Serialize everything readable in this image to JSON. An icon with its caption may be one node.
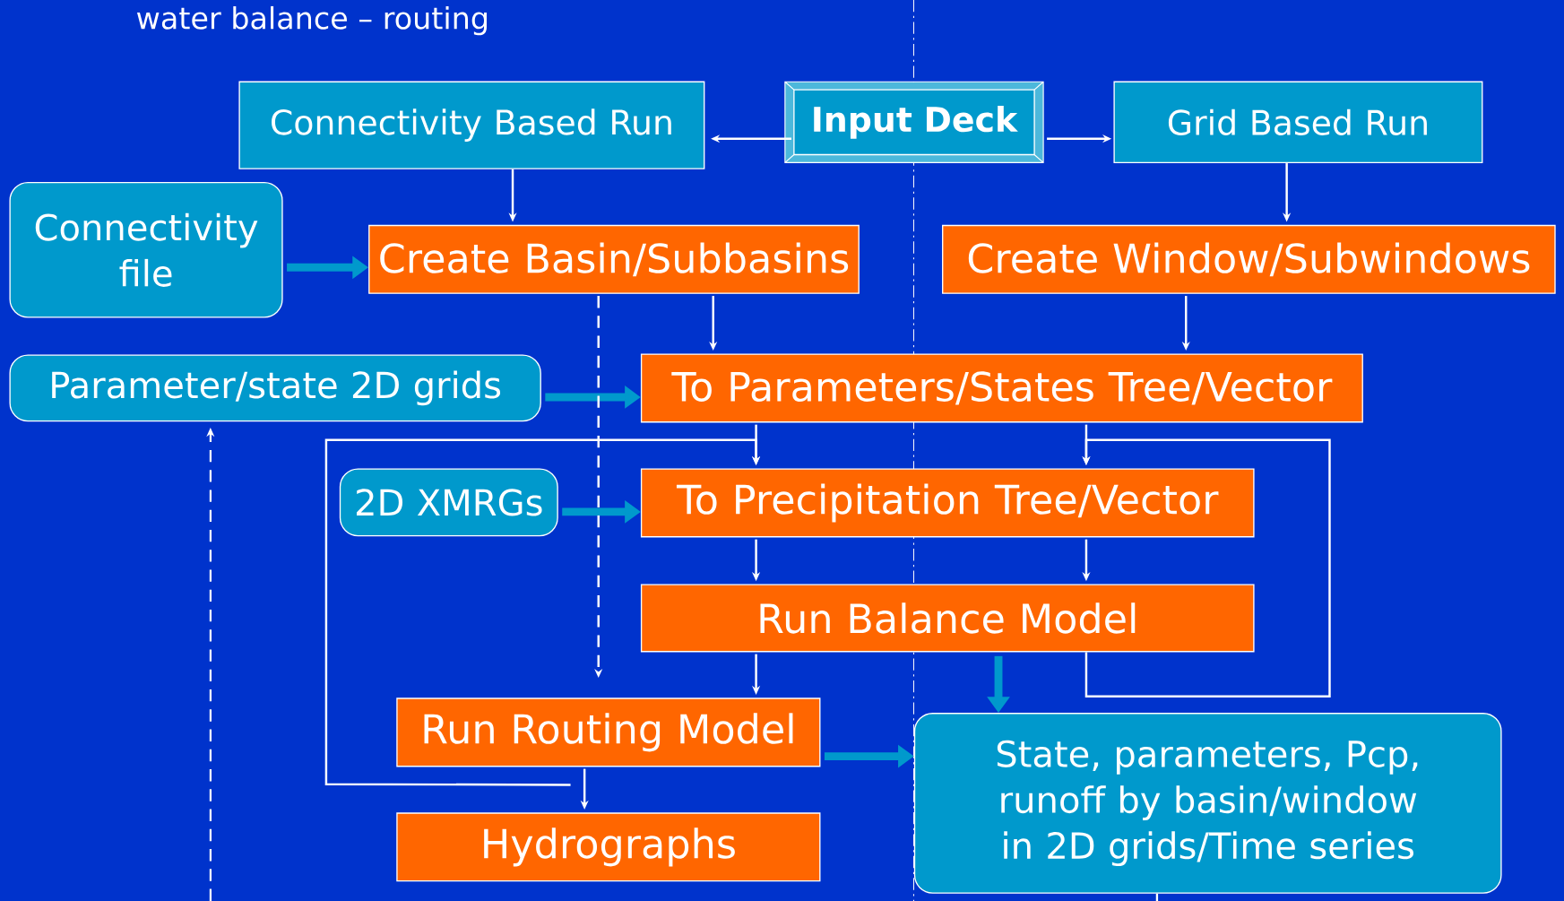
{
  "diagram": {
    "nodes": [
      {
        "text": [
          "Connectivity Based Run"
        ]
      },
      {
        "text": [
          "Input Deck"
        ]
      },
      {
        "text": [
          "Grid Based Run"
        ]
      },
      {
        "text": [
          "Connectivity file"
        ]
      },
      {
        "text": [
          "Create Basin/Subbasins"
        ]
      },
      {
        "text": [
          "Create Window/Subwindows"
        ]
      },
      {
        "text": [
          "Parameter/state 2D grids"
        ]
      },
      {
        "text": [
          "To Parameters/States Tree/Vector"
        ]
      },
      {
        "text": [
          "2D XMRGs"
        ]
      },
      {
        "text": [
          "To Precipitation Tree/Vector"
        ]
      },
      {
        "text": [
          "Run Balance Model"
        ]
      },
      {
        "text": [
          "Run Routing Model"
        ]
      },
      {
        "text": [
          "Hydrographs"
        ]
      },
      {
        "text": [
          "State, parameters, Pcp, runoff by basin/window in 2D grids/Time series"
        ]
      }
    ],
    "edges": [
      {
        "from": 1,
        "to": 0,
        "arrow": "to"
      },
      {
        "from": 1,
        "to": 2,
        "arrow": "to"
      },
      {
        "from": 0,
        "to": 4,
        "arrow": "to"
      },
      {
        "from": 2,
        "to": 5,
        "arrow": "to"
      },
      {
        "from": 3,
        "to": 4,
        "arrow": "to",
        "style": "thick",
        "color": "#0099cc"
      },
      {
        "from": 4,
        "to": 7,
        "arrow": "to"
      },
      {
        "from": 5,
        "to": 7,
        "arrow": "to"
      },
      {
        "from": 6,
        "to": 7,
        "arrow": "to",
        "style": "thick",
        "color": "#0099cc"
      },
      {
        "from": 7,
        "to": 9,
        "arrow": "to"
      },
      {
        "from": 7,
        "to": 9,
        "arrow": "to"
      },
      {
        "from": 8,
        "to": 9,
        "arrow": "to",
        "style": "thick",
        "color": "#0099cc"
      },
      {
        "from": 9,
        "to": 10,
        "arrow": "to"
      },
      {
        "from": 9,
        "to": 10,
        "arrow": "to"
      },
      {
        "from": 10,
        "to": 11,
        "arrow": "to"
      },
      {
        "from": 10,
        "to": 13,
        "arrow": "to",
        "style": "thick",
        "color": "#0099cc"
      },
      {
        "from": 4,
        "to": 11,
        "arrow": "to",
        "style": "dashed"
      },
      {
        "from": 11,
        "to": 13,
        "arrow": "to",
        "style": "thick",
        "color": "#0099cc"
      },
      {
        "from": 11,
        "to": 12,
        "arrow": "to"
      },
      {
        "from": 11,
        "to": 9,
        "arrow": "to"
      },
      {
        "from": 10,
        "to": 9,
        "arrow": "to"
      },
      {
        "from": null,
        "to": 6,
        "arrow": "to",
        "style": "dashed"
      },
      {
        "from": 13,
        "to": null,
        "arrow": "none"
      }
    ],
    "labels": [
      "water balance – routing"
    ]
  }
}
